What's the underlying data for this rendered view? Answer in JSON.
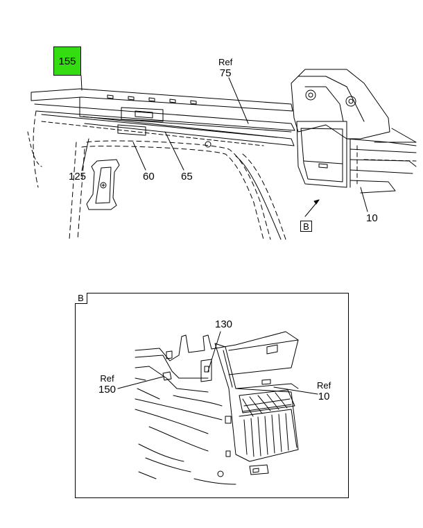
{
  "main_view": {
    "highlighted_callout": "155",
    "callouts": [
      {
        "id": "c75",
        "ref": "Ref",
        "label": "75"
      },
      {
        "id": "c125",
        "label": "125"
      },
      {
        "id": "c60",
        "label": "60"
      },
      {
        "id": "c65",
        "label": "65"
      },
      {
        "id": "c10",
        "label": "10"
      }
    ],
    "view_marker": "B"
  },
  "detail_view": {
    "tag": "B",
    "callouts": [
      {
        "id": "d130",
        "label": "130"
      },
      {
        "id": "d150",
        "ref": "Ref",
        "label": "150"
      },
      {
        "id": "d10",
        "ref": "Ref",
        "label": "10"
      }
    ]
  },
  "colors": {
    "highlight": "#33dd11",
    "line": "#000000",
    "background": "#ffffff"
  }
}
